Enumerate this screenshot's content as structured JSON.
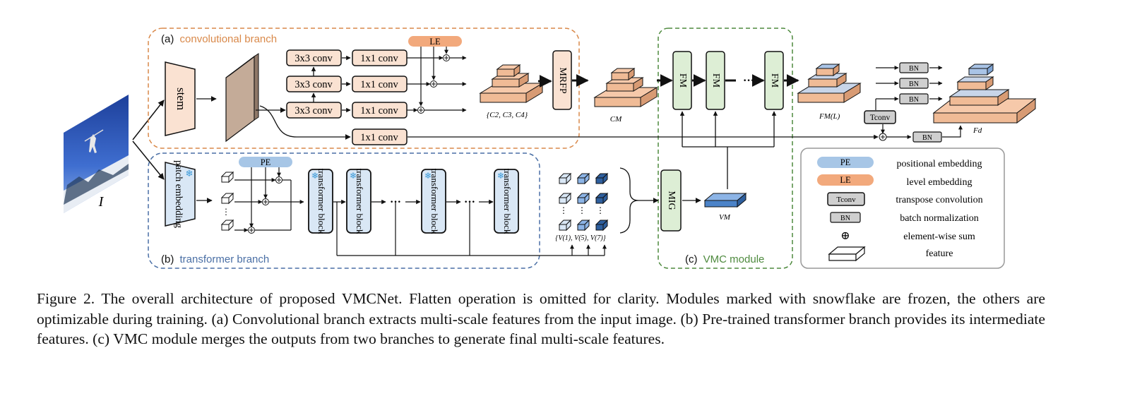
{
  "colors": {
    "conv_branch": "#d9894a",
    "trans_branch": "#4a6fa5",
    "vmc_module": "#4e8a3e",
    "conv_fill": "#fae2d2",
    "trans_fill": "#d9e7f5",
    "vmc_fill": "#ddeed5",
    "pe_fill": "#a7c6e6",
    "le_fill": "#f2a97c",
    "bn_fill": "#cfcfcf"
  },
  "input": {
    "label": "I"
  },
  "conv_branch": {
    "title_prefix": "(a)",
    "title": "convolutional branch",
    "stem": "stem",
    "conv3": "3x3 conv",
    "conv1": "1x1 conv",
    "le": "LE",
    "mrfp": "MRFP",
    "pyramid_label": "{C2, C3, C4}",
    "cm_label": "CM"
  },
  "trans_branch": {
    "title_prefix": "(b)",
    "title": "transformer branch",
    "patch_embedding": "patch embedding",
    "pe": "PE",
    "block": "transformer block",
    "ellipsis": "···",
    "v_set": "{V(1), V(5), V(7)}"
  },
  "vmc": {
    "title_prefix": "(c)",
    "title": "VMC module",
    "fm": "FM",
    "mig": "MIG",
    "vm_label": "VM"
  },
  "output": {
    "bn": "BN",
    "tconv": "Tconv",
    "fml_label": "FM(L)",
    "fd_label": "Fd"
  },
  "legend": {
    "items": [
      {
        "symbol": "PE",
        "text": "positional embedding"
      },
      {
        "symbol": "LE",
        "text": "level embedding"
      },
      {
        "symbol": "Tconv",
        "text": "transpose convolution"
      },
      {
        "symbol": "BN",
        "text": "batch normalization"
      },
      {
        "symbol": "⊕",
        "text": "element-wise sum"
      },
      {
        "symbol": "",
        "text": "feature"
      }
    ]
  },
  "caption": "Figure 2. The overall architecture of proposed VMCNet. Flatten operation is omitted for clarity. Modules marked with snowflake are frozen, the others are optimizable during training. (a) Convolutional branch extracts multi-scale features from the input image. (b) Pre-trained transformer branch provides its intermediate features. (c) VMC module merges the outputs from two branches to generate final multi-scale features."
}
